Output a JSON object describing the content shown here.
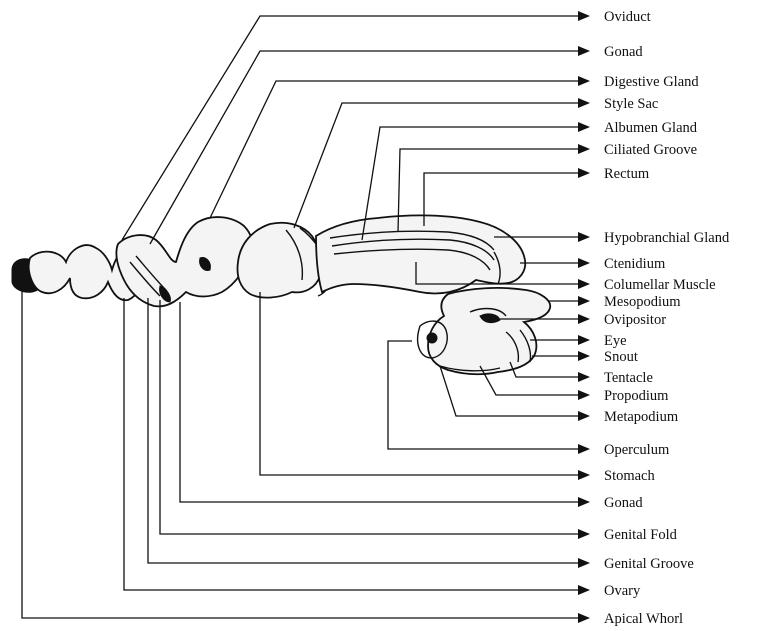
{
  "labels": {
    "oviduct": "Oviduct",
    "gonad_top": "Gonad",
    "digestive_gland": "Digestive Gland",
    "style_sac": "Style Sac",
    "albumen_gland": "Albumen Gland",
    "ciliated_groove": "Ciliated Groove",
    "rectum": "Rectum",
    "hypobranchial_gland": "Hypobranchial Gland",
    "ctenidium": "Ctenidium",
    "columellar_muscle": "Columellar Muscle",
    "mesopodium": "Mesopodium",
    "ovipositor": "Ovipositor",
    "eye": "Eye",
    "snout": "Snout",
    "tentacle": "Tentacle",
    "propodium": "Propodium",
    "metapodium": "Metapodium",
    "operculum": "Operculum",
    "stomach": "Stomach",
    "gonad_bottom": "Gonad",
    "genital_fold": "Genital Fold",
    "genital_groove": "Genital Groove",
    "ovary": "Ovary",
    "apical_whorl": "Apical Whorl"
  }
}
